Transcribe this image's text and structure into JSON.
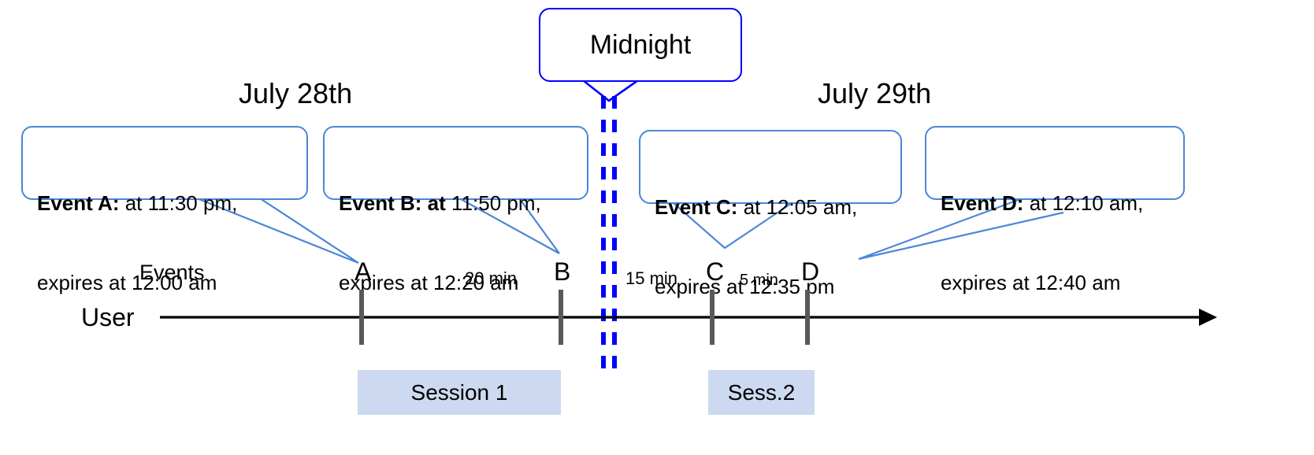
{
  "diagram": {
    "type": "timeline",
    "title_labels": {
      "day_left": "July 28th",
      "day_right": "July 29th"
    },
    "row_labels": {
      "events": "Events",
      "user": "User"
    },
    "midnight": {
      "label": "Midnight",
      "line_color": "#0000ff",
      "style": "double-dashed-vertical"
    },
    "callouts": [
      {
        "id": "event-a",
        "bold_lead": "Event A:",
        "line1_rest": " at 11:30 pm,",
        "line2": "expires at 12:00 am",
        "border_color": "#4a86d8"
      },
      {
        "id": "event-b",
        "bold_lead": "Event B: at",
        "line1_rest": " 11:50 pm,",
        "line2": "expires at 12:20 am",
        "border_color": "#4a86d8"
      },
      {
        "id": "event-c",
        "bold_lead": "Event C:",
        "line1_rest": " at 12:05 am,",
        "line2": "expires at 12:35 pm",
        "border_color": "#4a86d8"
      },
      {
        "id": "event-d",
        "bold_lead": "Event D:",
        "line1_rest": "  at 12:10 am,",
        "line2": "expires at 12:40 am",
        "border_color": "#4a86d8"
      }
    ],
    "event_markers": [
      {
        "id": "marker-a",
        "label": "A"
      },
      {
        "id": "marker-b",
        "label": "B"
      },
      {
        "id": "marker-c",
        "label": "C"
      },
      {
        "id": "marker-d",
        "label": "D"
      }
    ],
    "gaps": [
      {
        "id": "gap-ab",
        "label": "20 min"
      },
      {
        "id": "gap-bc",
        "label": "15 min"
      },
      {
        "id": "gap-cd",
        "label": "5 min"
      }
    ],
    "sessions": [
      {
        "id": "session-1",
        "label": "Session 1",
        "fill": "#ccd9f0"
      },
      {
        "id": "session-2",
        "label": "Sess.2",
        "fill": "#ccd9f0"
      }
    ],
    "axis": {
      "color": "#000000",
      "arrow_direction": "right"
    }
  }
}
